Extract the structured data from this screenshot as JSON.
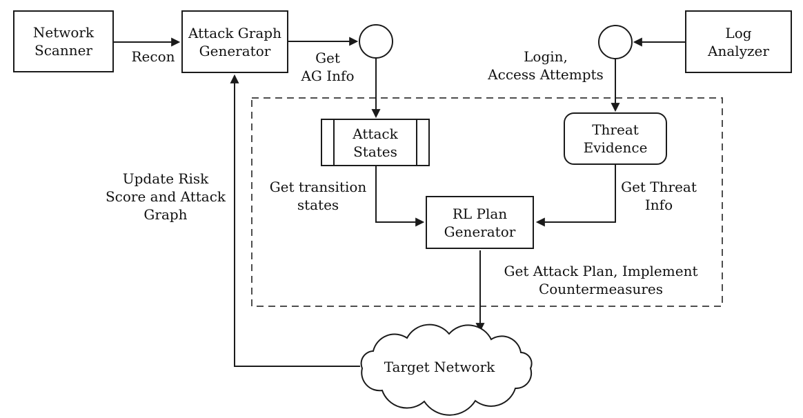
{
  "colors": {
    "line": "#1a1a1a",
    "dashed_border": "#4d4d4d",
    "background": "#ffffff",
    "text": "#111111"
  },
  "nodes": {
    "network_scanner": {
      "label": "Network\nScanner"
    },
    "attack_graph_generator": {
      "label": "Attack Graph\nGenerator"
    },
    "log_analyzer": {
      "label": "Log\nAnalyzer"
    },
    "attack_states": {
      "label": "Attack\nStates"
    },
    "threat_evidence": {
      "label": "Threat\nEvidence"
    },
    "rl_plan_generator": {
      "label": "RL Plan\nGenerator"
    },
    "target_network": {
      "label": "Target Network"
    }
  },
  "edge_labels": {
    "recon": "Recon",
    "get_ag_info": "Get\nAG Info",
    "login_access_attempts": "Login,\nAccess Attempts",
    "get_transition_states": "Get transition\nstates",
    "get_threat_info": "Get Threat\nInfo",
    "get_attack_plan": "Get Attack Plan, Implement\nCountermeasures",
    "update_risk": "Update Risk\nScore and Attack\nGraph"
  }
}
